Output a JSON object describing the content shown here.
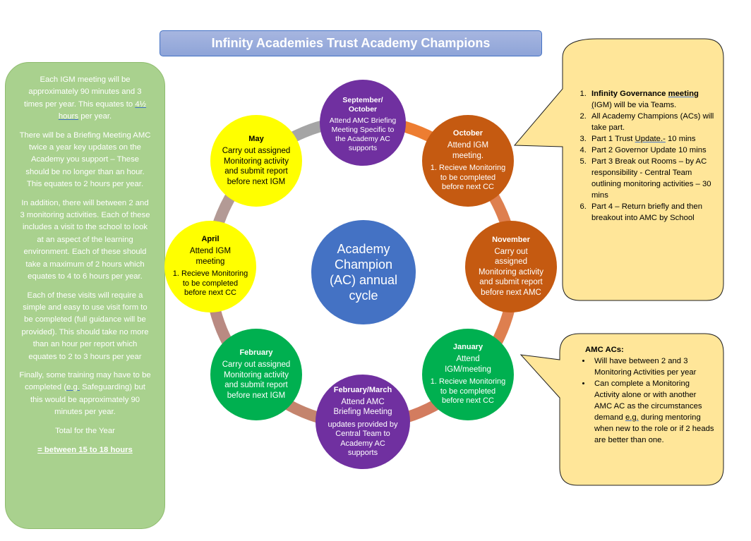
{
  "title": "Infinity Academies Trust Academy Champions",
  "left_panel": {
    "paragraphs": [
      {
        "pre": "Each IGM meeting will be approximately 90 minutes and 3 times per year. This equates to ",
        "underlined": "4½  hours",
        "post": " per year."
      },
      {
        "text": "There will be a Briefing Meeting AMC twice a year key updates on the Academy you support – These should be no longer than an hour.  This equates to 2 hours per year."
      },
      {
        "text": "In addition, there will between 2 and 3 monitoring activities. Each of these includes a visit to the school to look at an aspect of the learning environment. Each of these should take a maximum of 2 hours which equates to 4 to 6 hours per year."
      },
      {
        "text": "Each of these visits will require a simple and easy to use visit form to be completed (full guidance will be provided). This should take no more than an hour per report which equates to 2 to 3 hours per year"
      },
      {
        "pre": "Finally, some training may have to be completed (",
        "underlined": "e.g.",
        "post": " Safeguarding) but this would be approximately 90 minutes per year."
      },
      {
        "text": "Total for the Year"
      }
    ],
    "total": "= between 15 to 18 hours"
  },
  "center": {
    "label": "Academy Champion (AC) annual cycle"
  },
  "cycle": [
    {
      "id": "sep-oct",
      "month": "September/ October",
      "desc": "Attend AMC Briefing Meeting Specific to the Academy AC supports",
      "desc2": "",
      "color": "#7030a0"
    },
    {
      "id": "october",
      "month": "October",
      "desc": "Attend IGM meeting.",
      "desc2": "1. Recieve Monitoring  to be completed before next CC",
      "color": "#c55a11"
    },
    {
      "id": "november",
      "month": "November",
      "desc": "Carry out assigned Monitoring activity and submit report before next AMC",
      "desc2": "",
      "color": "#c55a11"
    },
    {
      "id": "january",
      "month": "January",
      "desc": "Attend IGM/meeting",
      "desc2": "1. Recieve Monitoring  to be completed before next CC",
      "color": "#00b050"
    },
    {
      "id": "feb-mar",
      "month": "February/March",
      "desc": "Attend AMC Briefing Meeting",
      "desc2": "updates provided by Central Team to Academy AC supports",
      "color": "#7030a0"
    },
    {
      "id": "february",
      "month": "February",
      "desc": "Carry out assigned Monitoring activity and submit report before next IGM",
      "desc2": "",
      "color": "#00b050"
    },
    {
      "id": "april",
      "month": "April",
      "desc": "Attend IGM meeting",
      "desc2": "1. Recieve Monitoring  to be completed before next CC",
      "color": "#ffff00"
    },
    {
      "id": "may",
      "month": "May",
      "desc": "Carry out assigned Monitoring activity and submit report before next IGM",
      "desc2": "",
      "color": "#ffff00"
    }
  ],
  "connector_colors": [
    "#ed7d31",
    "#de7f4f",
    "#de7f4f",
    "#d37c5f",
    "#c4846d",
    "#b98a82",
    "#b39a95",
    "#a5a5a5"
  ],
  "callout_igm": {
    "items": [
      {
        "bold": "Infinity Governance ",
        "bold_ul": "meeting ",
        "ul": "(",
        "rest": "IGM) will be via Teams."
      },
      {
        "text": "All Academy Champions (ACs) will take part."
      },
      {
        "pre": "Part 1 Trust ",
        "ul": "Update.-",
        "rest": " 10 mins"
      },
      {
        "text": "Part 2 Governor Update 10 mins"
      },
      {
        "text": "Part 3 Break out Rooms – by AC responsibility - Central Team outlining monitoring activities – 30 mins"
      },
      {
        "text": "Part 4 – Return briefly and then breakout into AMC by School"
      }
    ]
  },
  "callout_amc": {
    "heading": "AMC ACs:",
    "items": [
      {
        "text": "Will have between 2 and 3 Monitoring Activities per year"
      },
      {
        "pre": "Can complete a Monitoring Activity alone or with another AMC AC as the circumstances demand ",
        "ul": "e.g.",
        "rest": " during mentoring when new to the role or if 2 heads are better than one."
      }
    ]
  },
  "colors": {
    "panel_green": "#a9d18e",
    "callout_fill": "#ffe699",
    "center_blue": "#4472c4",
    "title_fill": "#9dafdf"
  }
}
